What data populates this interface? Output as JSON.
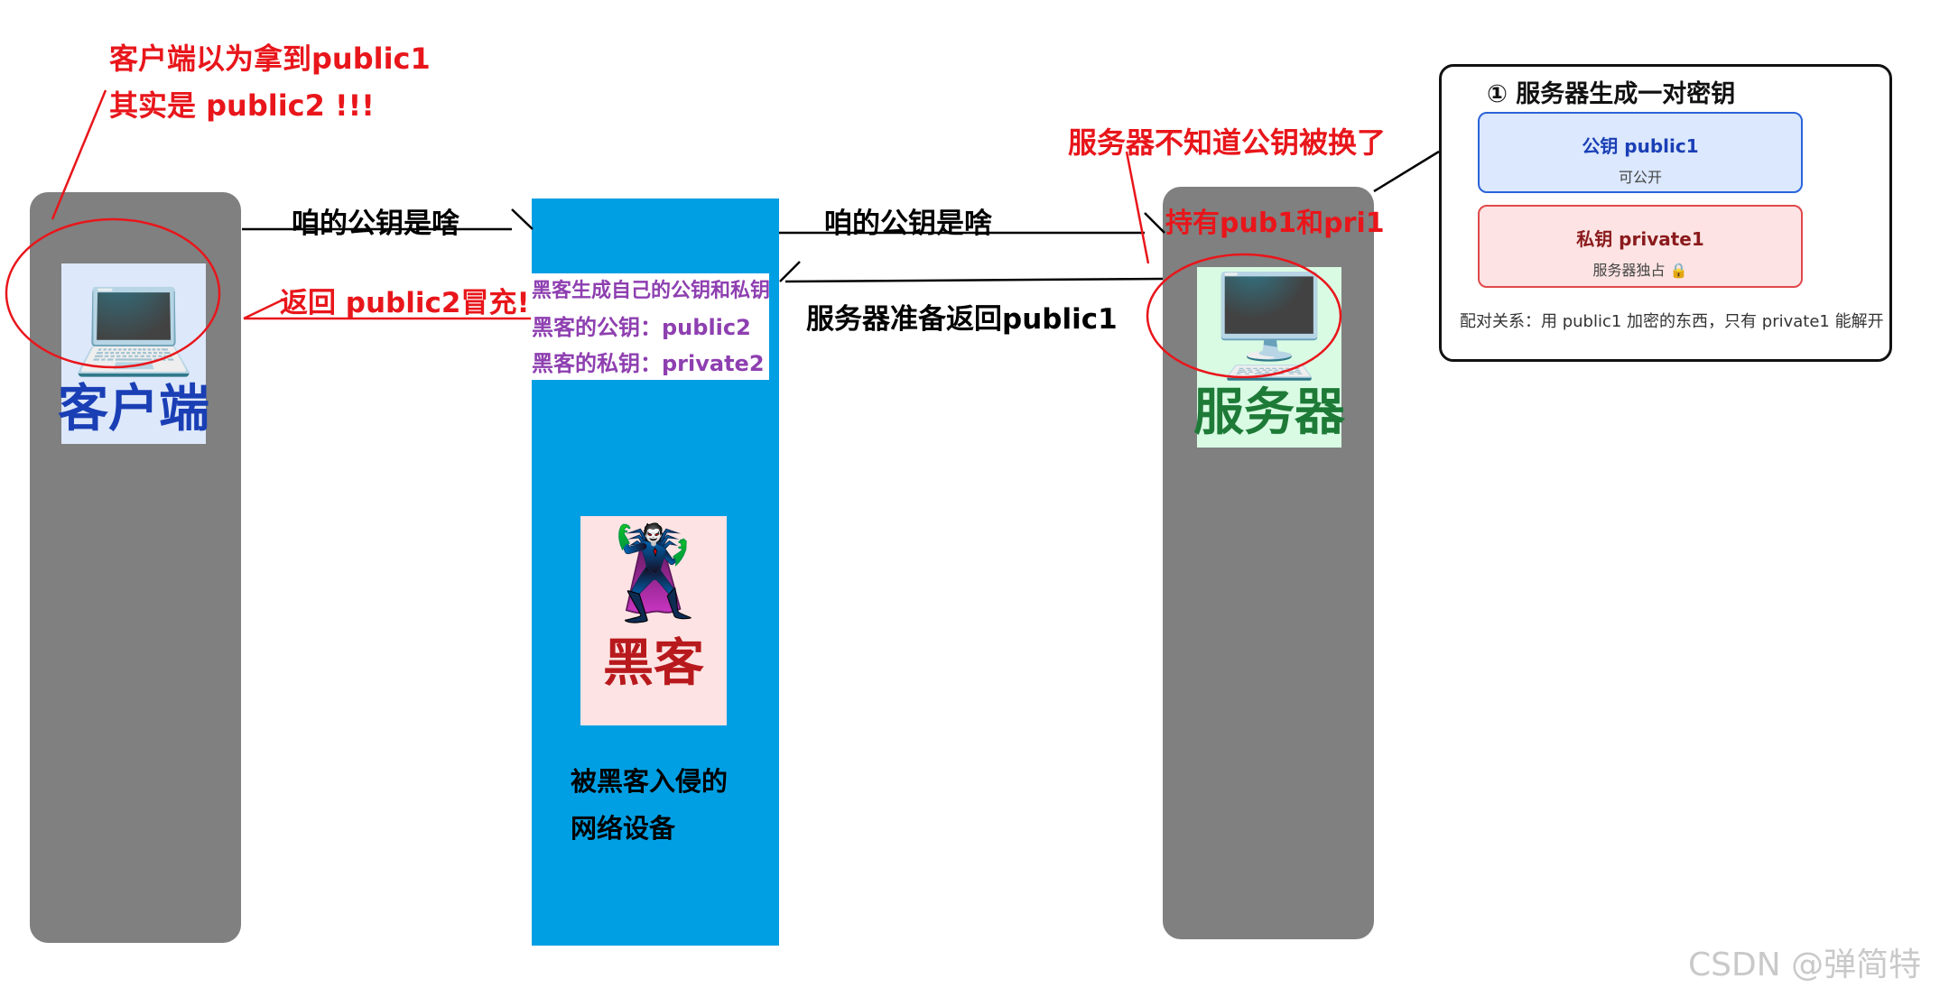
{
  "client": {
    "title": "客户端",
    "icon": "laptop-icon",
    "note_line1": "客户端以为拿到public1",
    "note_line2": "其实是 public2 !!!",
    "bg": "#dde8fb",
    "title_color": "#1a3fb5"
  },
  "server": {
    "title": "服务器",
    "icon": "desktop-computer-icon",
    "holds": "持有pub1和pri1",
    "unaware_note": "服务器不知道公钥被换了",
    "bg": "#d9fbe3",
    "title_color": "#1e7a37"
  },
  "hacker": {
    "title": "黑客",
    "icon": "supervillain-icon",
    "note_title": "黑客生成自己的公钥和私钥",
    "note_pub": "黑客的公钥：public2",
    "note_pri": "黑客的私钥：private2",
    "device_line1": "被黑客入侵的",
    "device_line2": "网络设备",
    "bg": "#fde3e3",
    "title_color": "#b8191c",
    "lane_color": "#009fe3"
  },
  "messages": {
    "client_ask": "咱的公钥是啥",
    "hacker_ask": "咱的公钥是啥",
    "server_reply": "服务器准备返回public1",
    "fake_reply": "返回 public2冒充!"
  },
  "keypanel": {
    "title": "① 服务器生成一对密钥",
    "public_label": "公钥 public1",
    "public_sub": "可公开",
    "private_label": "私钥 private1",
    "private_sub": "服务器独占 🔒",
    "relation": "配对关系：用 public1 加密的东西，只有 private1 能解开"
  },
  "watermark": "CSDN @弹简特",
  "colors": {
    "lane_gray": "#808080",
    "red": "#e8161b",
    "purple": "#8e3fb0",
    "public_fill": "#dbe8fd",
    "public_border": "#2b63d9",
    "private_fill": "#fde3e3",
    "private_border": "#e0494b"
  }
}
